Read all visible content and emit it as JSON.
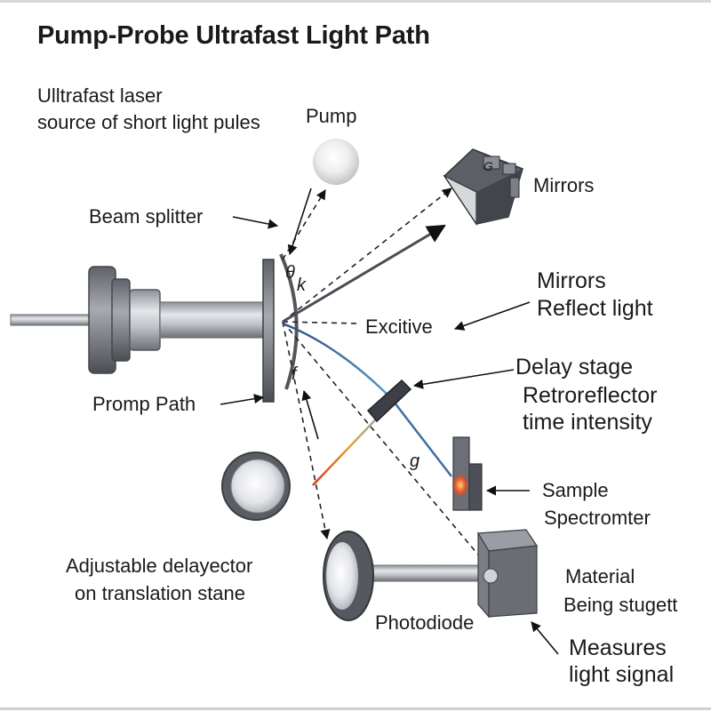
{
  "title": "Pump-Probe Ultrafast Light Path",
  "labels": {
    "laser_line1": "Ulltrafast laser",
    "laser_line2": "source of short light pules",
    "pump": "Pump",
    "mirrors_top": "Mirrors",
    "beam_splitter": "Beam splitter",
    "mirrors_mid": "Mirrors",
    "reflect_light": "Reflect light",
    "excitive": "Excitive",
    "delay_stage": "Delay stage",
    "retroreflector": "Retroreflector",
    "time_intensity": "time intensity",
    "promp_path": "Promp Path",
    "sample": "Sample",
    "spectromter": "Spectromter",
    "adjustable_line1": "Adjustable delayector",
    "adjustable_line2": "on translation stane",
    "photodiode": "Photodiode",
    "material": "Material",
    "being_stugett": "Being stugett",
    "measures": "Measures",
    "light_signal": "light signal",
    "glyph_theta": "θ",
    "glyph_k": "k",
    "glyph_f": "f",
    "glyph_g": "g",
    "glyph_detector": "G"
  },
  "colors": {
    "beam_blue": "#3d6aa6",
    "beam_red": "#d83a1f",
    "beam_orange": "#e39a3a",
    "metal_dark": "#5a5d63",
    "metal_light": "#c9ccd1"
  },
  "icons": [
    "laser-source",
    "pump-sphere",
    "beam-splitter",
    "mirror-device",
    "retroreflector",
    "sample-block",
    "lens-ring",
    "photodiode-lens",
    "detector-box"
  ]
}
